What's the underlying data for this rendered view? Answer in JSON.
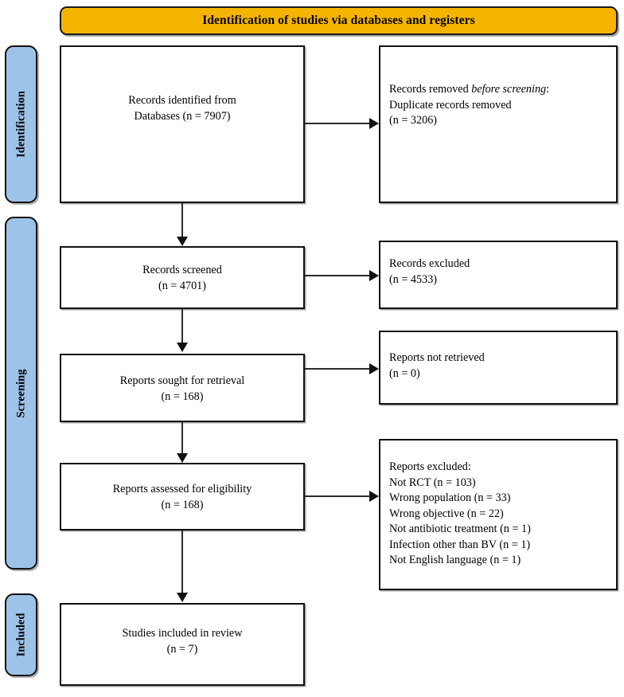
{
  "banner": {
    "title": "Identification of studies via databases and registers",
    "color": "#F5B400"
  },
  "stages": [
    {
      "label": "Identification",
      "color": "#9DC3E8"
    },
    {
      "label": "Screening",
      "color": "#9DC3E8"
    },
    {
      "label": "Included",
      "color": "#9DC3E8"
    }
  ],
  "boxes": {
    "identified": {
      "line1": "Records identified from",
      "line2": "Databases (n = 7907)"
    },
    "removed": {
      "line1_pre": "Records removed ",
      "line1_em": "before screening",
      "line1_post": ":",
      "line2": "Duplicate records removed",
      "line3": "(n = 3206)"
    },
    "screened": {
      "line1": "Records screened",
      "line2": "(n = 4701)"
    },
    "excluded_records": {
      "line1": "Records excluded",
      "line2": "(n = 4533)"
    },
    "sought": {
      "line1": "Reports sought for retrieval",
      "line2": "(n = 168)"
    },
    "not_retrieved": {
      "line1": "Reports not retrieved",
      "line2": "(n = 0)"
    },
    "assessed": {
      "line1": "Reports assessed for eligibility",
      "line2": "(n = 168)"
    },
    "excluded_reports": {
      "heading": "Reports excluded:",
      "reasons": [
        "Not RCT (n = 103)",
        "Wrong population (n = 33)",
        "Wrong objective (n = 22)",
        "Not antibiotic treatment (n = 1)",
        "Infection other than BV (n = 1)",
        "Not English language (n = 1)"
      ]
    },
    "included": {
      "line1": "Studies included in review",
      "line2": "(n = 7)"
    }
  }
}
